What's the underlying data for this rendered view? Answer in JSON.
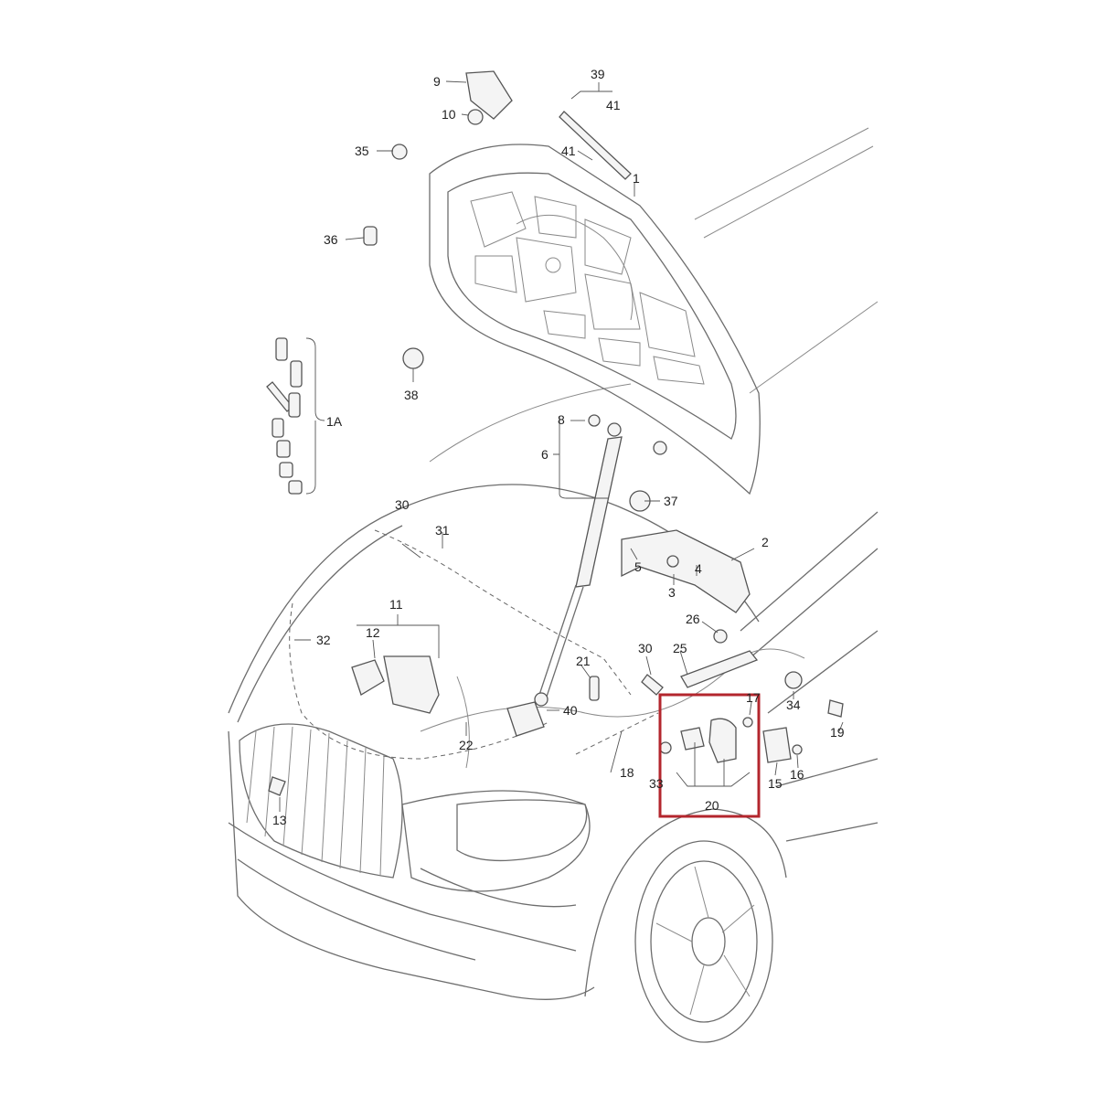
{
  "callouts": {
    "c1": "1",
    "c1a": "1A",
    "c2": "2",
    "c3": "3",
    "c4": "4",
    "c5": "5",
    "c6": "6",
    "c8": "8",
    "c9": "9",
    "c10": "10",
    "c11": "11",
    "c12": "12",
    "c13": "13",
    "c15": "15",
    "c16": "16",
    "c17": "17",
    "c18": "18",
    "c19": "19",
    "c20": "20",
    "c21": "21",
    "c22": "22",
    "c25": "25",
    "c26": "26",
    "c30a": "30",
    "c30b": "30",
    "c31": "31",
    "c32": "32",
    "c33": "33",
    "c34": "34",
    "c35": "35",
    "c36": "36",
    "c37": "37",
    "c38": "38",
    "c39": "39",
    "c40": "40",
    "c41a": "41",
    "c41b": "41"
  },
  "colors": {
    "line": "#6d6d6d",
    "highlight": "#b3262d",
    "background": "#ffffff"
  }
}
